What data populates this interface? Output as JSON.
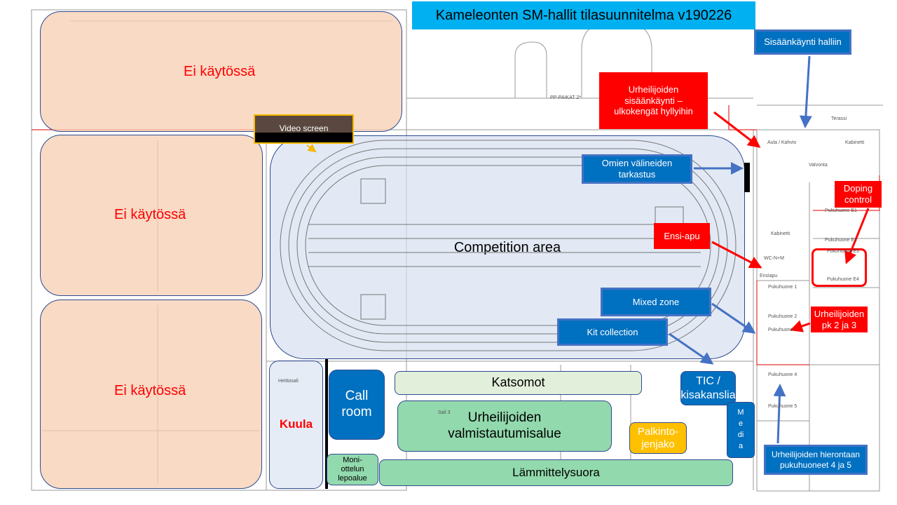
{
  "title": "Kameleonten SM-hallit tilasuunnitelma v190226",
  "colors": {
    "title_bg": "#00b0f0",
    "info_blue": "#0070c0",
    "alert_red": "#ff0000",
    "unused_zone": "#f6cdb2",
    "competition_zone": "#dde4f2",
    "prep_green": "#92d9ad",
    "award_yellow": "#ffc000"
  },
  "zones": {
    "unused_1": "Ei käytössä",
    "unused_2": "Ei käytössä",
    "unused_3": "Ei käytössä",
    "video_screen": "Video screen",
    "competition_area": "Competition area",
    "shot_put": "Kuula",
    "call_room": "Call room",
    "stands": "Katsomot",
    "prep_area": "Urheilijoiden valmistautumisalue",
    "awards": "Palkinto-jenjako",
    "tic": "TIC / kisakanslia",
    "media": "Media",
    "combined_rest": "Moni-ottelun lepoalue",
    "warmup": "Lämmittelysuora"
  },
  "callouts": {
    "hall_entrance": "Sisäänkäynti halliin",
    "athletes_entrance": "Urheilijoiden sisäänkäynti – ulkokengät hyllyihin",
    "equipment_check": "Omien välineiden tarkastus",
    "first_aid": "Ensi-apu",
    "doping": "Doping control",
    "mixed_zone": "Mixed zone",
    "kit_collection": "Kit collection",
    "athletes_lockers": "Urheilijoiden pk 2 ja 3",
    "massage": "Urheilijoiden hierontaan pukuhuoneet 4 ja 5"
  },
  "plan_labels": {
    "aula": "Aula / Kahvio",
    "kabinetti": "Kabinetti",
    "kabinetti2": "Kabinetti",
    "terassi": "Terassi",
    "valvonta": "Valvonta",
    "e1": "Pukuhuone E1",
    "e2": "Pukuhuone E2",
    "e3": "Pukuhuone E3",
    "e4": "Pukuhuone E4",
    "p1": "Pukuhuone 1",
    "p2": "Pukuhuone 2",
    "p3": "Pukuhuone",
    "p4": "Pukuhuone 4",
    "p5": "Pukuhuone 5",
    "wc": "WC-N+M",
    "ensiapu": "Ensiapu",
    "heittosali": "Heittosali",
    "sali3": "Sali 3",
    "parking": "PP-PAIKAT 2*"
  }
}
